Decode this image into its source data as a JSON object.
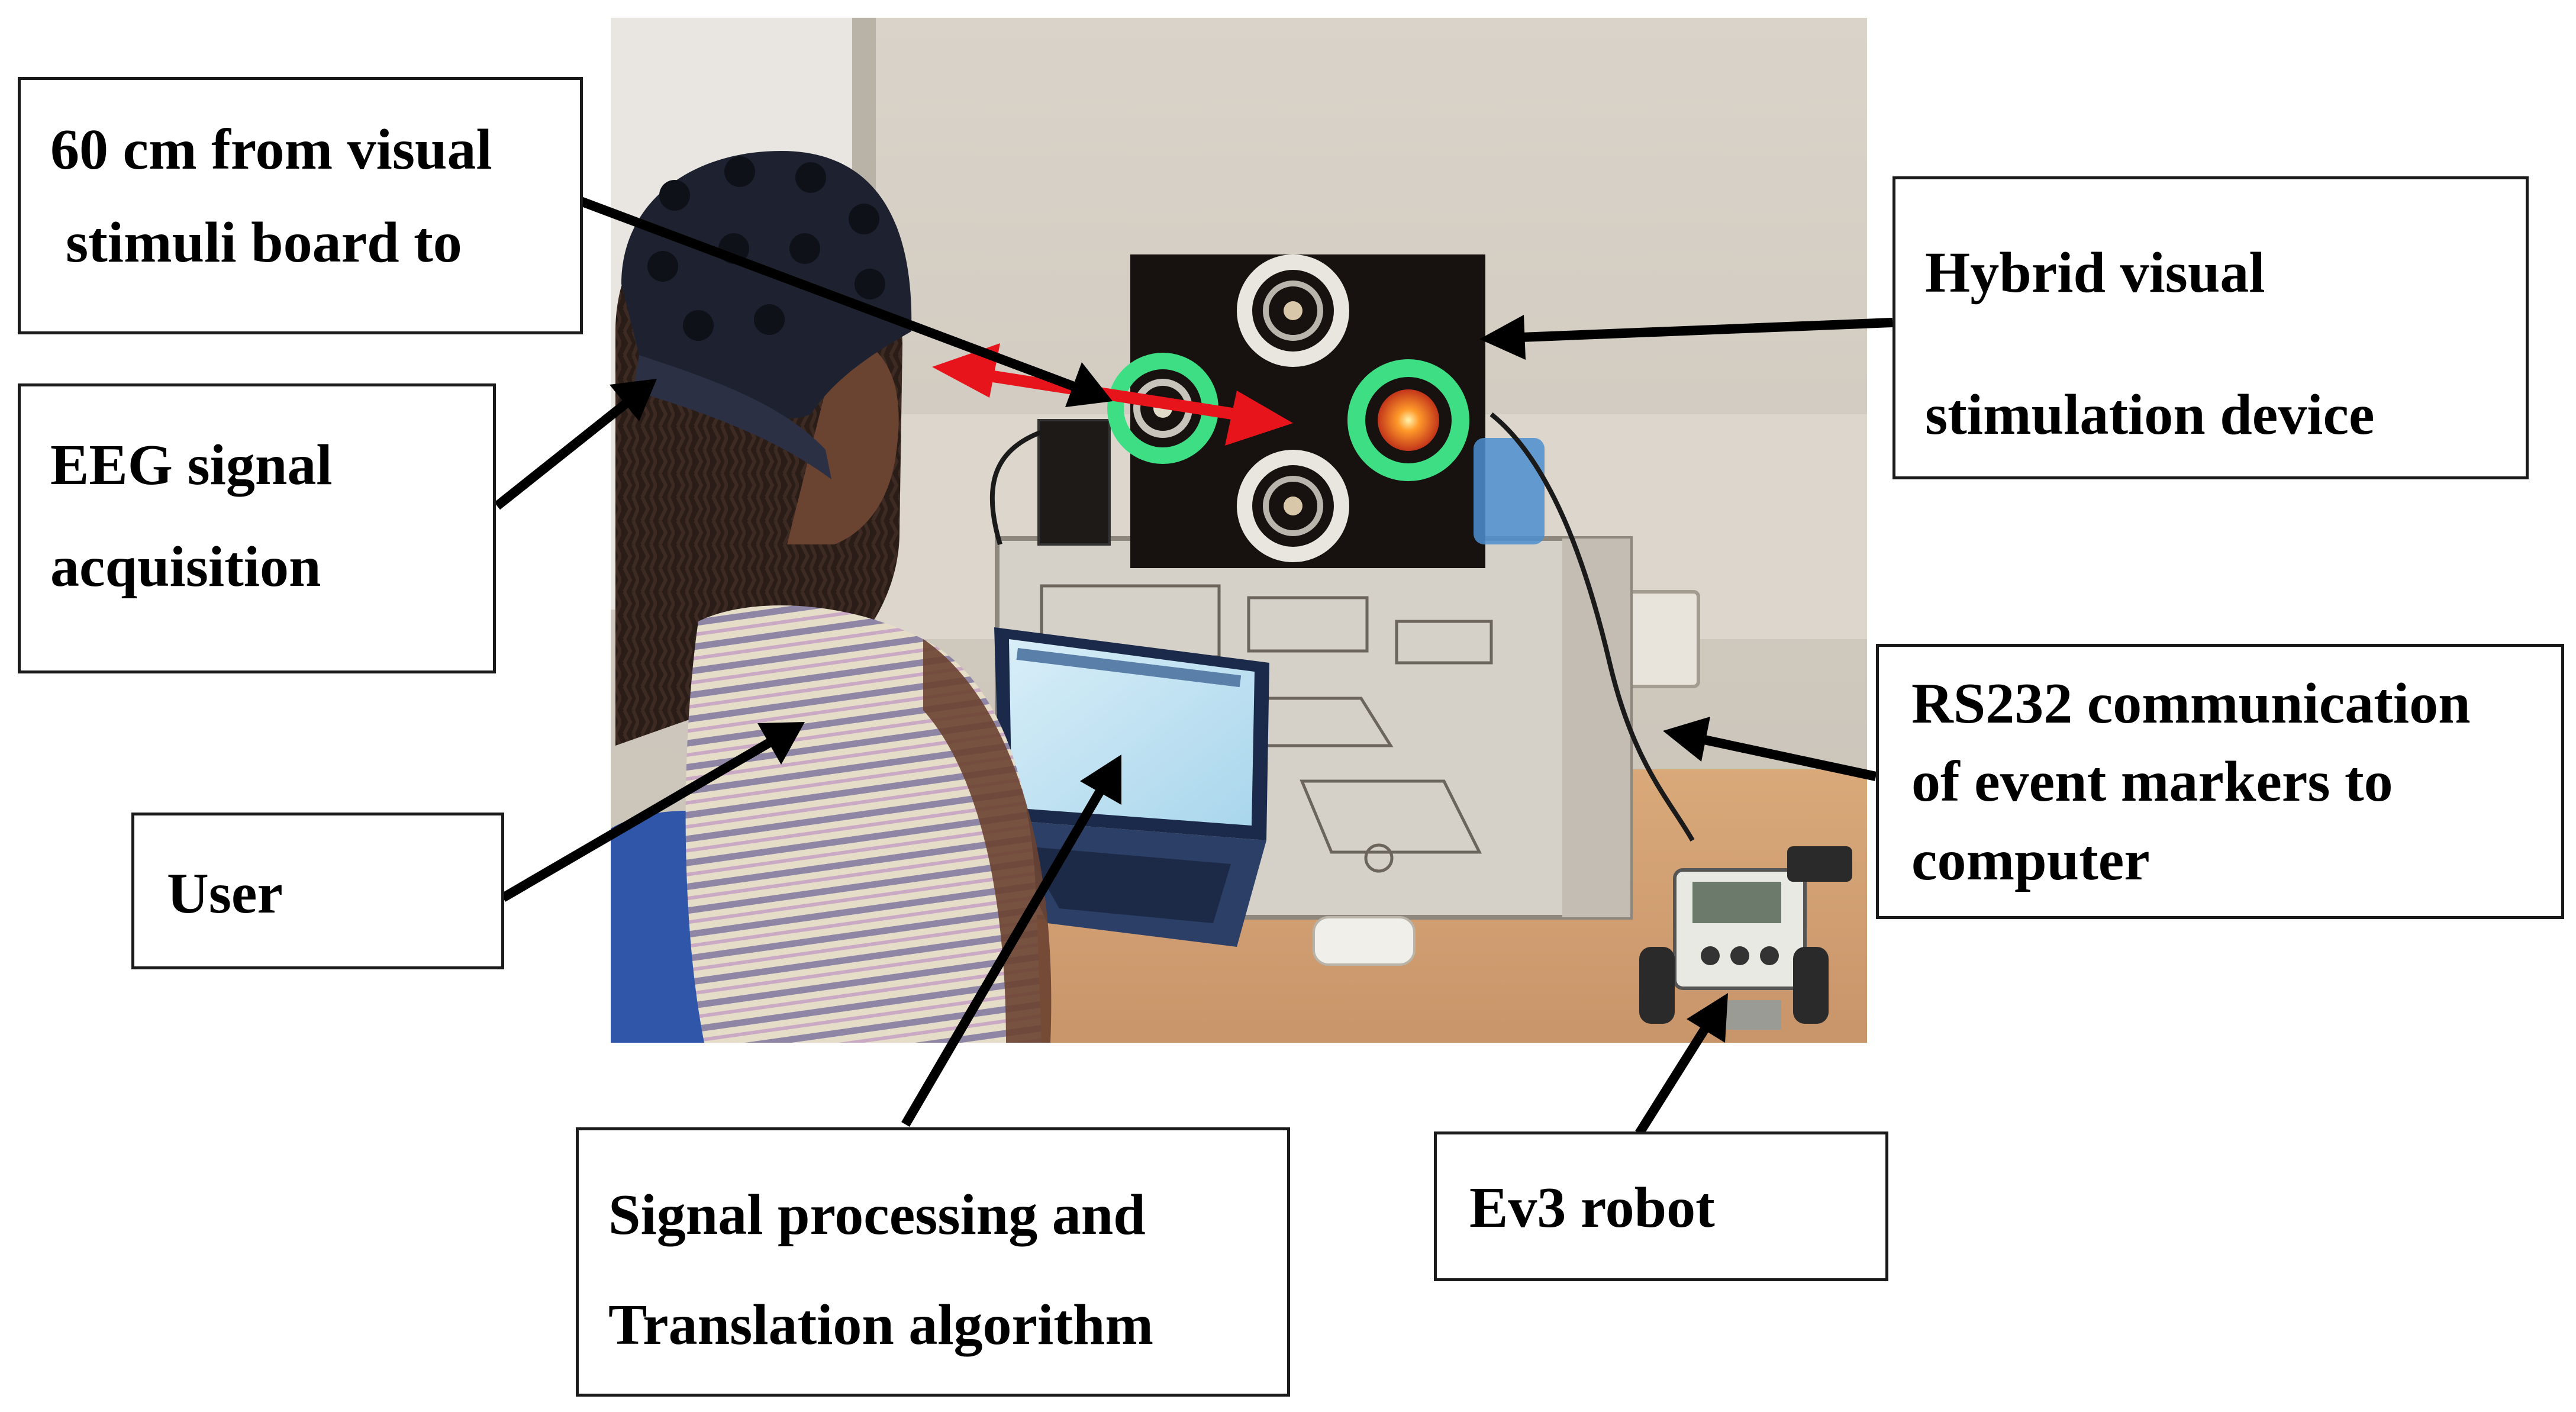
{
  "labels": {
    "distance": {
      "line1": "60 cm from visual",
      "line2": "stimuli board to"
    },
    "eeg": {
      "line1": "EEG signal",
      "line2": "acquisition"
    },
    "user": {
      "line1": "User"
    },
    "signal": {
      "line1": "Signal processing and",
      "line2": "Translation algorithm"
    },
    "hybrid": {
      "line1": "Hybrid visual",
      "line2": "stimulation device"
    },
    "rs232": {
      "line1": "RS232 communication",
      "line2": "of event markers to",
      "line3": "computer"
    },
    "robot": {
      "line1": "Ev3 robot"
    }
  },
  "colors": {
    "arrow": "#000000",
    "distance_arrow": "#e8141b",
    "stimulus_ring": "#3dde84",
    "stimulus_board": "#17120f"
  }
}
